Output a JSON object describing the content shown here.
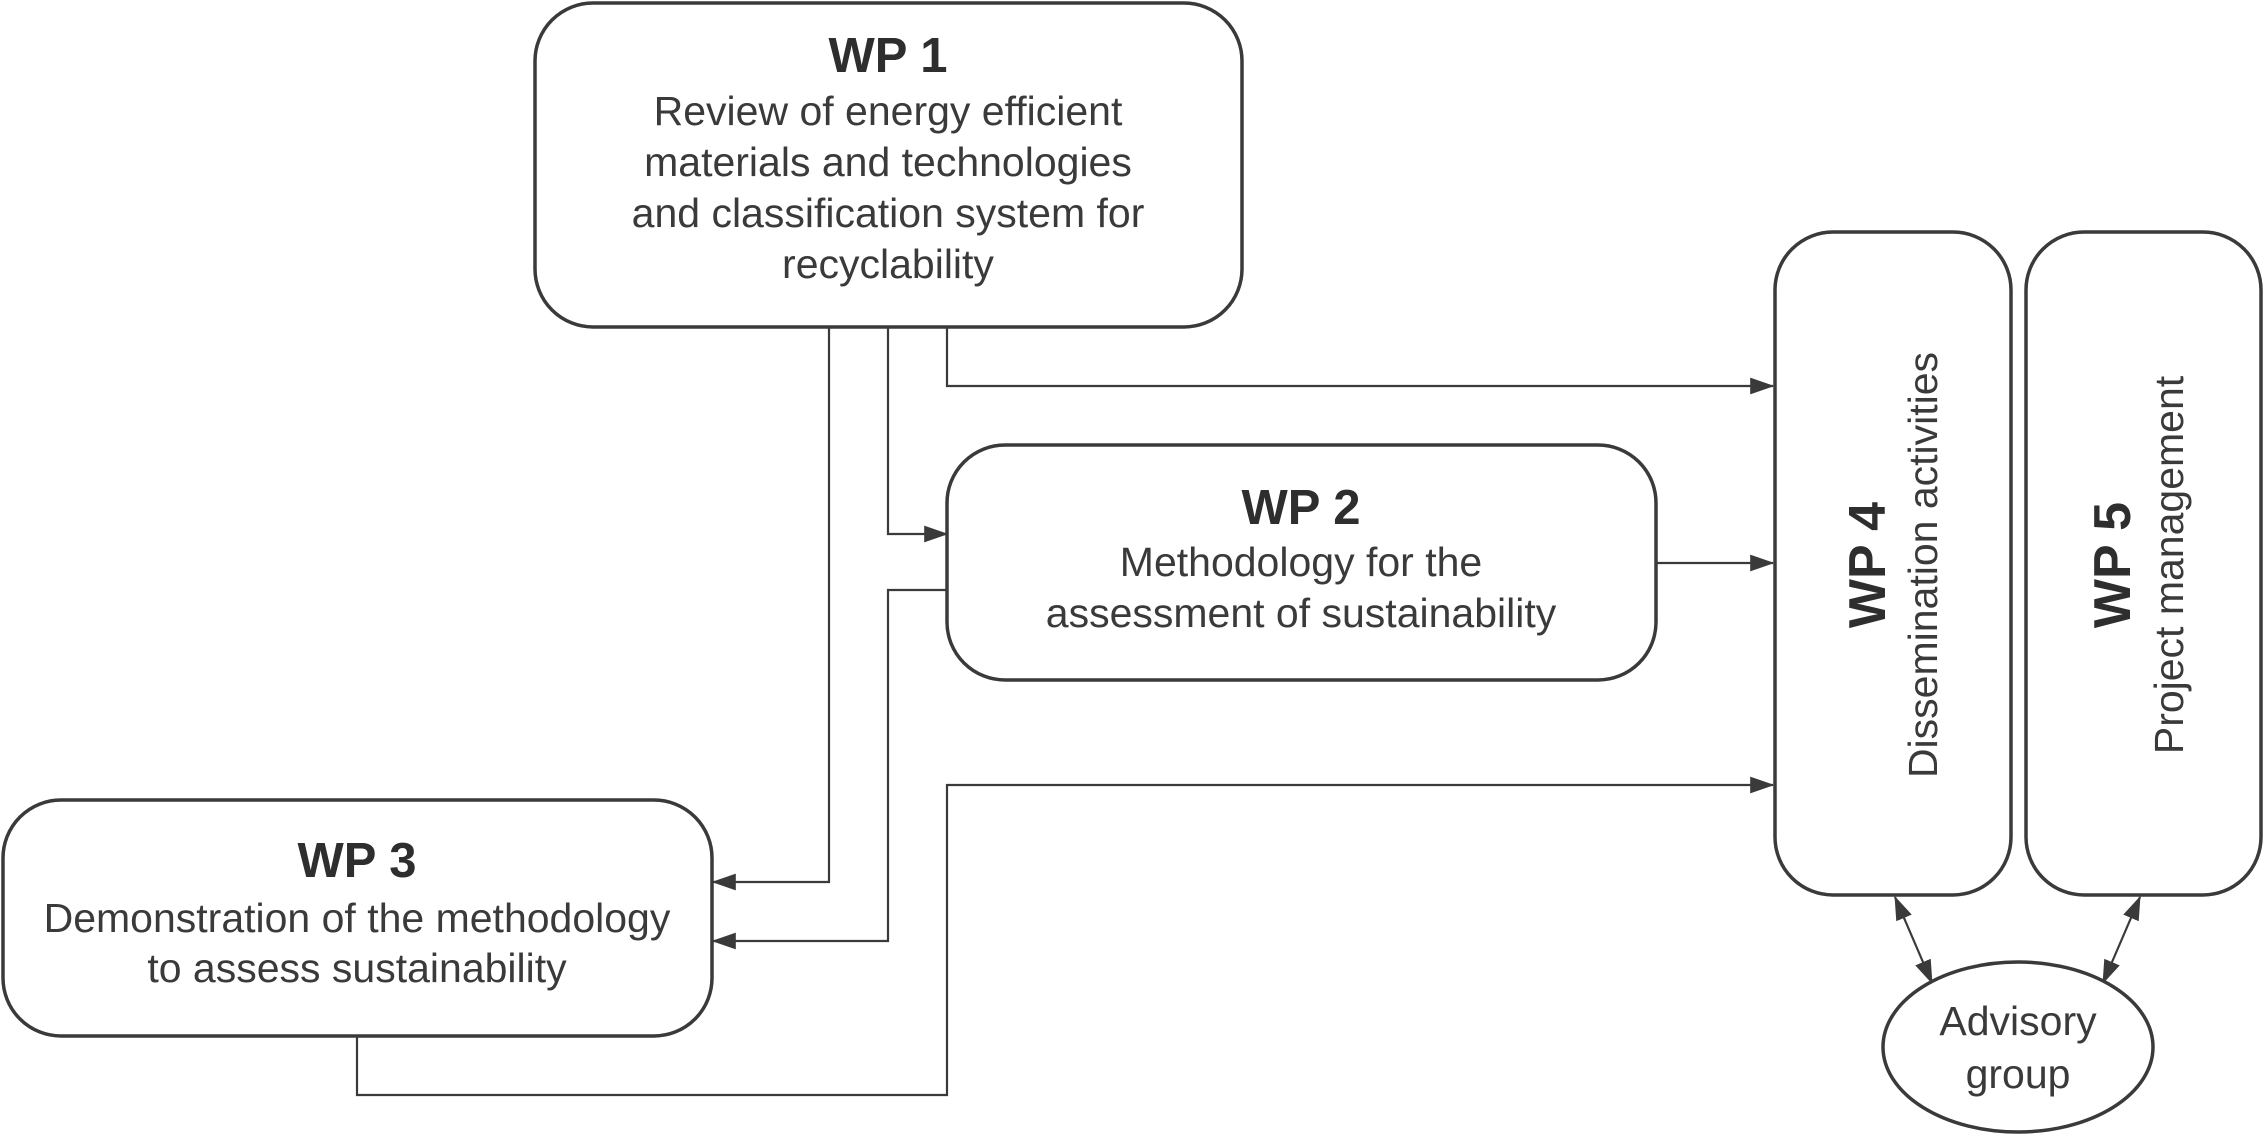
{
  "diagram": {
    "wp1": {
      "id": "WP 1",
      "lines": [
        "Review of energy efficient",
        "materials and technologies",
        "and classification system for",
        "recyclability"
      ]
    },
    "wp2": {
      "id": "WP 2",
      "lines": [
        "Methodology for the",
        "assessment of sustainability"
      ]
    },
    "wp3": {
      "id": "WP 3",
      "lines": [
        "Demonstration of the methodology",
        "to assess sustainability"
      ]
    },
    "wp4": {
      "id": "WP 4",
      "text": "Dissemination activities"
    },
    "wp5": {
      "id": "WP 5",
      "text": "Project management"
    },
    "advisory": {
      "lines": [
        "Advisory",
        "group"
      ]
    },
    "colors": {
      "line": "#3a3a3a",
      "fill": "#ffffff"
    }
  }
}
